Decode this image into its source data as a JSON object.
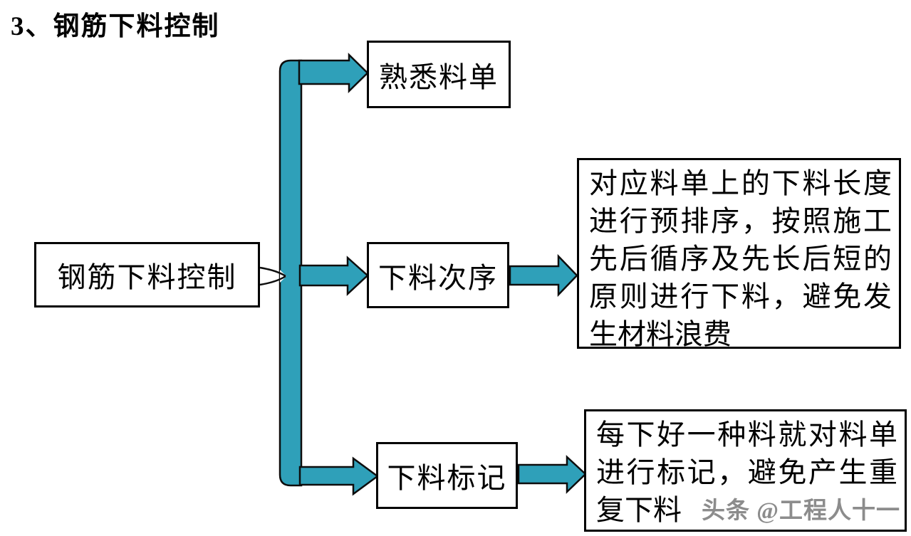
{
  "title": "3、钢筋下料控制",
  "diagram": {
    "root": {
      "label": "钢筋下料控制"
    },
    "branches": [
      {
        "label": "熟悉料单",
        "detail": ""
      },
      {
        "label": "下料次序",
        "detail": "对应料单上的下料长度进行预排序，按照施工先后循序及先长后短的原则进行下料，避免发生材料浪费"
      },
      {
        "label": "下料标记",
        "detail": "每下好一种料就对料单进行标记，避免产生重复下料"
      }
    ]
  },
  "watermark": "头条 @工程人十一",
  "colors": {
    "arrow_fill": "#2FA0B9",
    "outline": "#0d0d0d",
    "box_border": "#000000",
    "watermark_gray": "#8c8c8c"
  }
}
